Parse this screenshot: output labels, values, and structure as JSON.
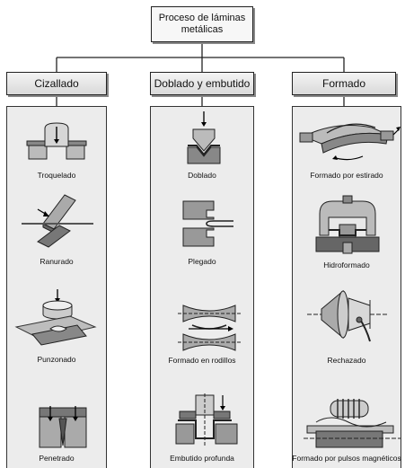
{
  "root": {
    "label": "Proceso de láminas metálicas"
  },
  "categories": [
    {
      "label": "Cizallado",
      "items": [
        "Troquelado",
        "Ranurado",
        "Punzonado",
        "Penetrado"
      ]
    },
    {
      "label": "Doblado y embutido",
      "items": [
        "Doblado",
        "Plegado",
        "Formado en rodillos",
        "Embutido profunda"
      ]
    },
    {
      "label": "Formado",
      "items": [
        "Formado por estirado",
        "Hidroformado",
        "Rechazado",
        "Formado por pulsos magnéticos"
      ]
    }
  ],
  "colors": {
    "panel": "#ececec",
    "box": "#dcdcdc",
    "line": "#222222",
    "metal": "#9a9a9a"
  }
}
